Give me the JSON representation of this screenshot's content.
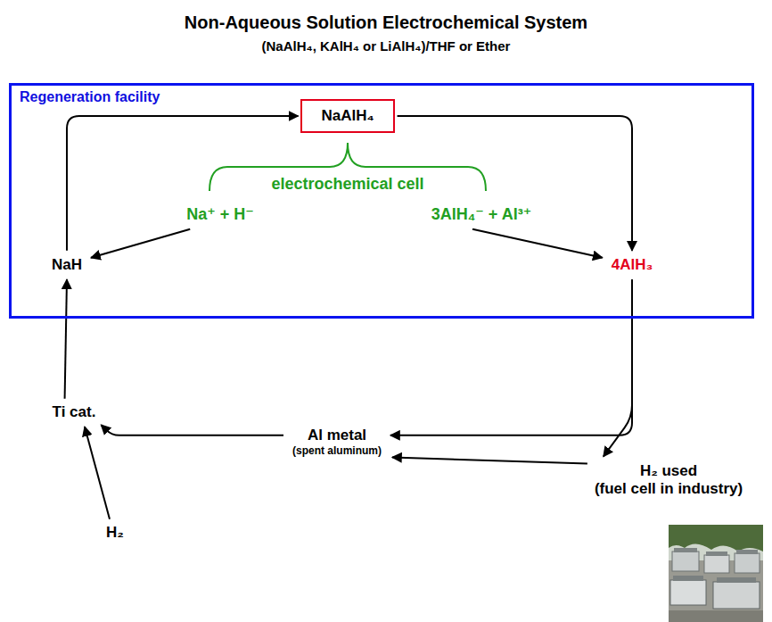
{
  "diagram": {
    "title": "Non-Aqueous Solution Electrochemical System",
    "nodes": [
      {
        "text": [
          "Regeneration facility"
        ]
      },
      {
        "text": [
          "NaAlH₄"
        ],
        "in": 0
      },
      {
        "text": [
          "Na⁺ + H⁻"
        ],
        "in": 0
      },
      {
        "text": [
          "3AlH₄⁻ + Al³⁺"
        ],
        "in": 0
      },
      {
        "text": [
          "NaH"
        ],
        "in": 0
      },
      {
        "text": [
          "4AlH₃"
        ],
        "in": 0
      },
      {
        "text": [
          "Ti cat."
        ]
      },
      {
        "text": [
          "Al metal",
          "(spent aluminum)"
        ]
      },
      {
        "text": [
          "H₂ used",
          "(fuel cell in industry)"
        ]
      },
      {
        "text": [
          "H₂"
        ]
      }
    ],
    "edges": [
      {
        "from": 4,
        "to": 1,
        "arrow": "to"
      },
      {
        "from": 1,
        "to": 5,
        "arrow": "to"
      },
      {
        "from": 2,
        "to": 4,
        "arrow": "to"
      },
      {
        "from": 3,
        "to": 5,
        "arrow": "to"
      },
      {
        "from": 5,
        "to": 7,
        "arrow": "to"
      },
      {
        "from": 5,
        "to": 8,
        "arrow": "to"
      },
      {
        "from": 8,
        "to": 7,
        "arrow": "to"
      },
      {
        "from": 7,
        "to": 6,
        "arrow": "to"
      },
      {
        "from": 9,
        "to": 6,
        "arrow": "to"
      },
      {
        "from": 6,
        "to": 4,
        "arrow": "to"
      }
    ],
    "labels": [
      "(NaAlH₄, KAlH₄ or LiAlH₄)/THF or Ether",
      "electrochemical cell"
    ]
  }
}
